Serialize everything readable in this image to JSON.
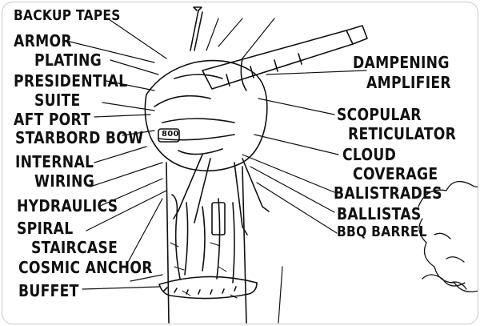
{
  "labels_left": [
    "BACKUP TAPES",
    "ARMOR",
    "PLATING",
    "PRESIDENTIAL",
    "SUITE",
    "AFT PORT",
    "STARBORD BOW",
    "INTERNAL",
    "WIRING",
    "HYDRAULICS",
    "SPIRAL",
    "STAIRCASE",
    "COSMIC ANCHOR",
    "BUFFET"
  ],
  "labels_right": [
    "DAMPENING",
    "AMPLIFIER",
    "SCOPULAR",
    "RETICULATOR",
    "CLOUD",
    "COVERAGE",
    "BALISTRADES",
    "BALLISTAS",
    "BBQ BARREL"
  ],
  "machine_plate": "800"
}
